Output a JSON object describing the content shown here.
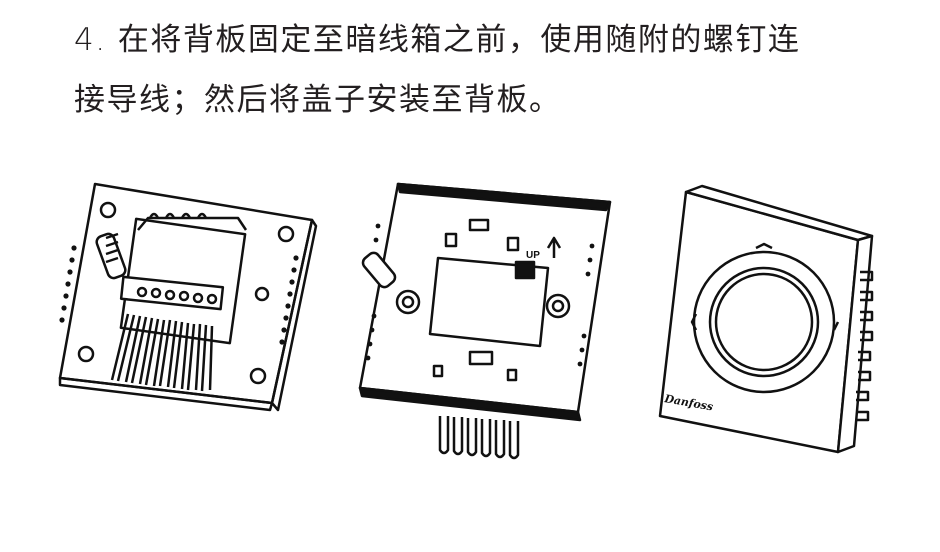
{
  "instruction": {
    "line1": "4. 在将背板固定至暗线箱之前，使用随附的螺钉连",
    "line2": "接导线；然后将盖子安装至背板。"
  },
  "figures": {
    "backplate_label": "UP",
    "cover_brand": "Danfoss"
  }
}
